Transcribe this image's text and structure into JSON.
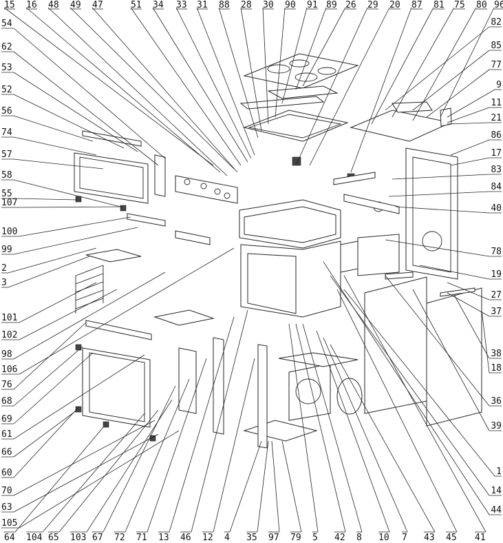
{
  "labels": {
    "top": [
      "15",
      "16",
      "48",
      "49",
      "47",
      "51",
      "34",
      "33",
      "31",
      "88",
      "28",
      "30",
      "90",
      "91",
      "89",
      "26",
      "29",
      "20",
      "87",
      "81",
      "75",
      "80",
      "96"
    ],
    "left": [
      "54",
      "62",
      "53",
      "52",
      "56",
      "74",
      "57",
      "58",
      "55",
      "107",
      "100",
      "99",
      "2",
      "3",
      "101",
      "102",
      "98",
      "106",
      "76",
      "68",
      "69",
      "61",
      "66",
      "60",
      "70",
      "63",
      "105"
    ],
    "bottom": [
      "64",
      "104",
      "65",
      "103",
      "67",
      "72",
      "71",
      "13",
      "46",
      "12",
      "4",
      "35",
      "97",
      "79",
      "5",
      "42",
      "8",
      "10",
      "7",
      "43",
      "45",
      "41"
    ],
    "right": [
      "82",
      "85",
      "77",
      "9",
      "11",
      "21",
      "86",
      "17",
      "83",
      "84",
      "40",
      "78",
      "19",
      "27",
      "37",
      "38",
      "18",
      "36",
      "39",
      "1",
      "14",
      "44"
    ]
  }
}
